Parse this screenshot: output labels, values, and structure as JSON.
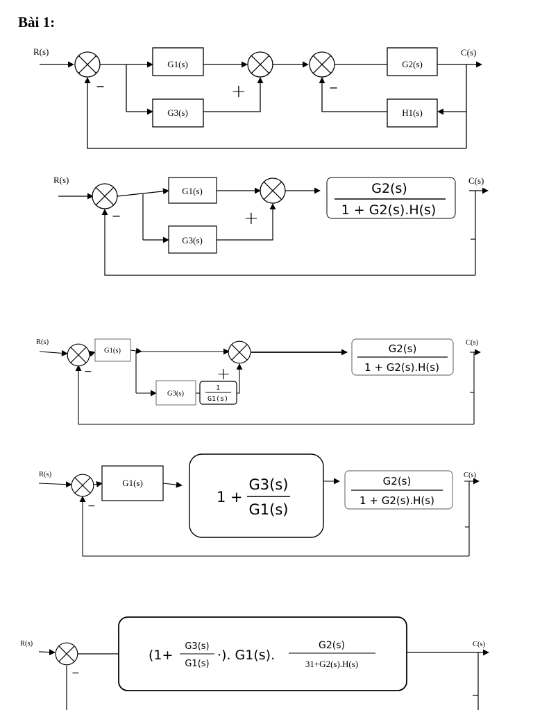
{
  "title": "Bài 1:",
  "labels": {
    "input": "R(s)",
    "output": "C(s)",
    "g1": "G1(s)",
    "g2": "G2(s)",
    "g3": "G3(s)",
    "h1": "H1(s)",
    "minus": "−",
    "plus": "+",
    "tf_num": "G2(s)",
    "tf_den": "1 + G2(s).H(s)",
    "inv_num": "1",
    "inv_den": "G1(s)",
    "one_plus": "1 +",
    "ratio_num": "G3(s)",
    "ratio_den": "G1(s)",
    "final_open": "(1+",
    "final_dot": "·). G1(s).",
    "final_num": "G2(s)",
    "final_den": "31+G2(s).H(s)"
  }
}
